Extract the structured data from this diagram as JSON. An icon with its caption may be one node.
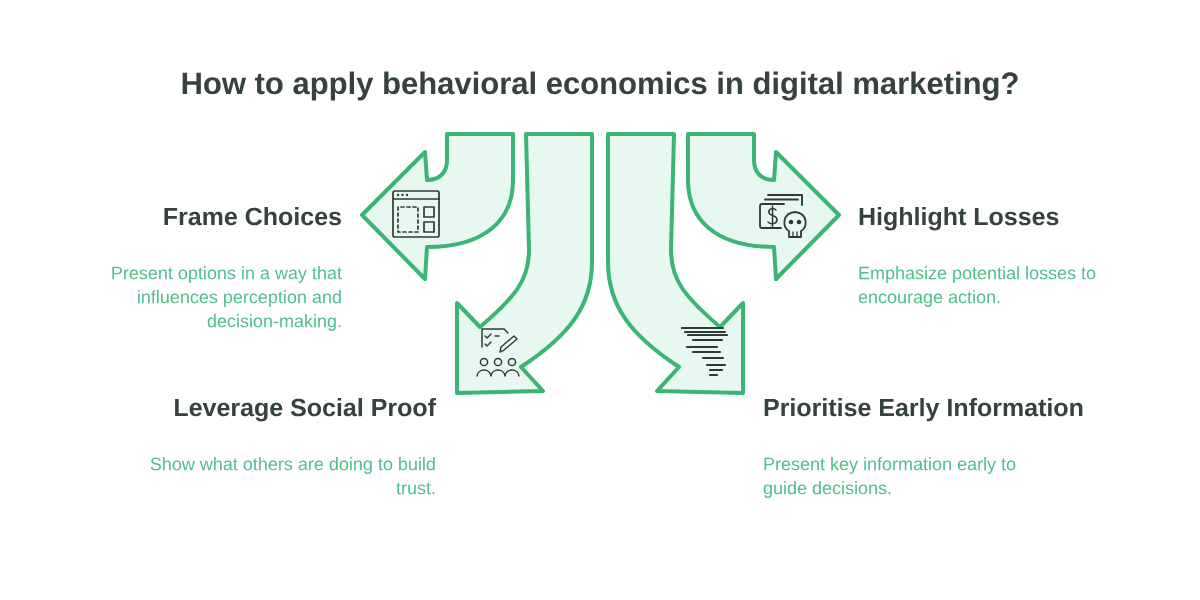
{
  "diagram": {
    "title": "How to apply behavioral economics in digital marketing?",
    "nodes": [
      {
        "text": [
          "Frame Choices",
          "Present options in a way that influences perception and decision-making."
        ]
      },
      {
        "text": [
          "Highlight Losses",
          "Emphasize potential losses to encourage action."
        ]
      },
      {
        "text": [
          "Leverage Social Proof",
          "Show what others are doing to build trust."
        ]
      },
      {
        "text": [
          "Prioritise Early Information",
          "Present key information early to guide decisions."
        ]
      }
    ],
    "edges": [
      {
        "from": null,
        "to": 0,
        "arrow": "to"
      },
      {
        "from": null,
        "to": 1,
        "arrow": "to"
      },
      {
        "from": null,
        "to": 2,
        "arrow": "to"
      },
      {
        "from": null,
        "to": 3,
        "arrow": "to"
      }
    ]
  }
}
